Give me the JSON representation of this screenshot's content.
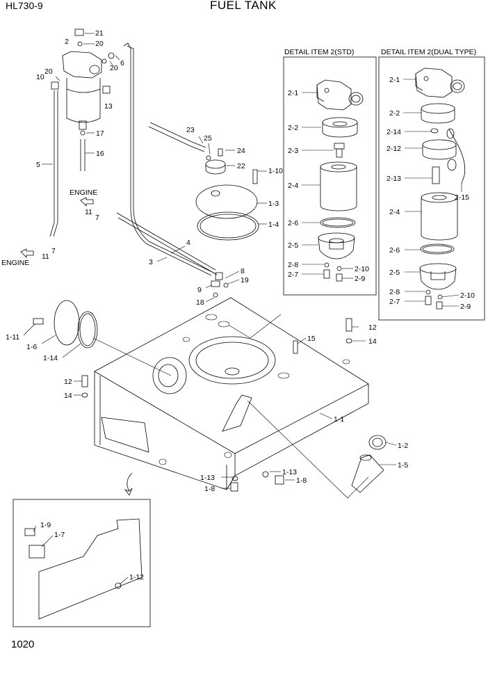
{
  "header": {
    "model": "HL730-9",
    "title": "FUEL TANK"
  },
  "footer": {
    "page_number": "1020"
  },
  "detail_std": {
    "title": "DETAIL ITEM 2(STD)",
    "labels": [
      "2-1",
      "2-2",
      "2-3",
      "2-4",
      "2-6",
      "2-5",
      "2-8",
      "2-7",
      "2-10",
      "2-9"
    ]
  },
  "detail_dual": {
    "title": "DETAIL ITEM 2(DUAL TYPE)",
    "labels": [
      "2-1",
      "2-2",
      "2-14",
      "2-12",
      "2-13",
      "2-15",
      "2-4",
      "2-6",
      "2-5",
      "2-8",
      "2-7",
      "2-10",
      "2-9"
    ]
  },
  "engine_labels": [
    "ENGINE",
    "ENGINE"
  ],
  "main_labels": [
    "21",
    "20",
    "2",
    "20",
    "6",
    "10",
    "20",
    "13",
    "17",
    "16",
    "5",
    "11",
    "7",
    "7",
    "11",
    "23",
    "25",
    "24",
    "22",
    "1-10",
    "1-3",
    "1-4",
    "4",
    "3",
    "8",
    "9",
    "19",
    "18",
    "12",
    "14",
    "15",
    "1-11",
    "1-6",
    "1-14",
    "12",
    "14",
    "1-1",
    "1-2",
    "1-5",
    "1-13",
    "1-13",
    "1-8",
    "1-8"
  ],
  "inset_labels": [
    "1-9",
    "1-7",
    "1-12"
  ]
}
